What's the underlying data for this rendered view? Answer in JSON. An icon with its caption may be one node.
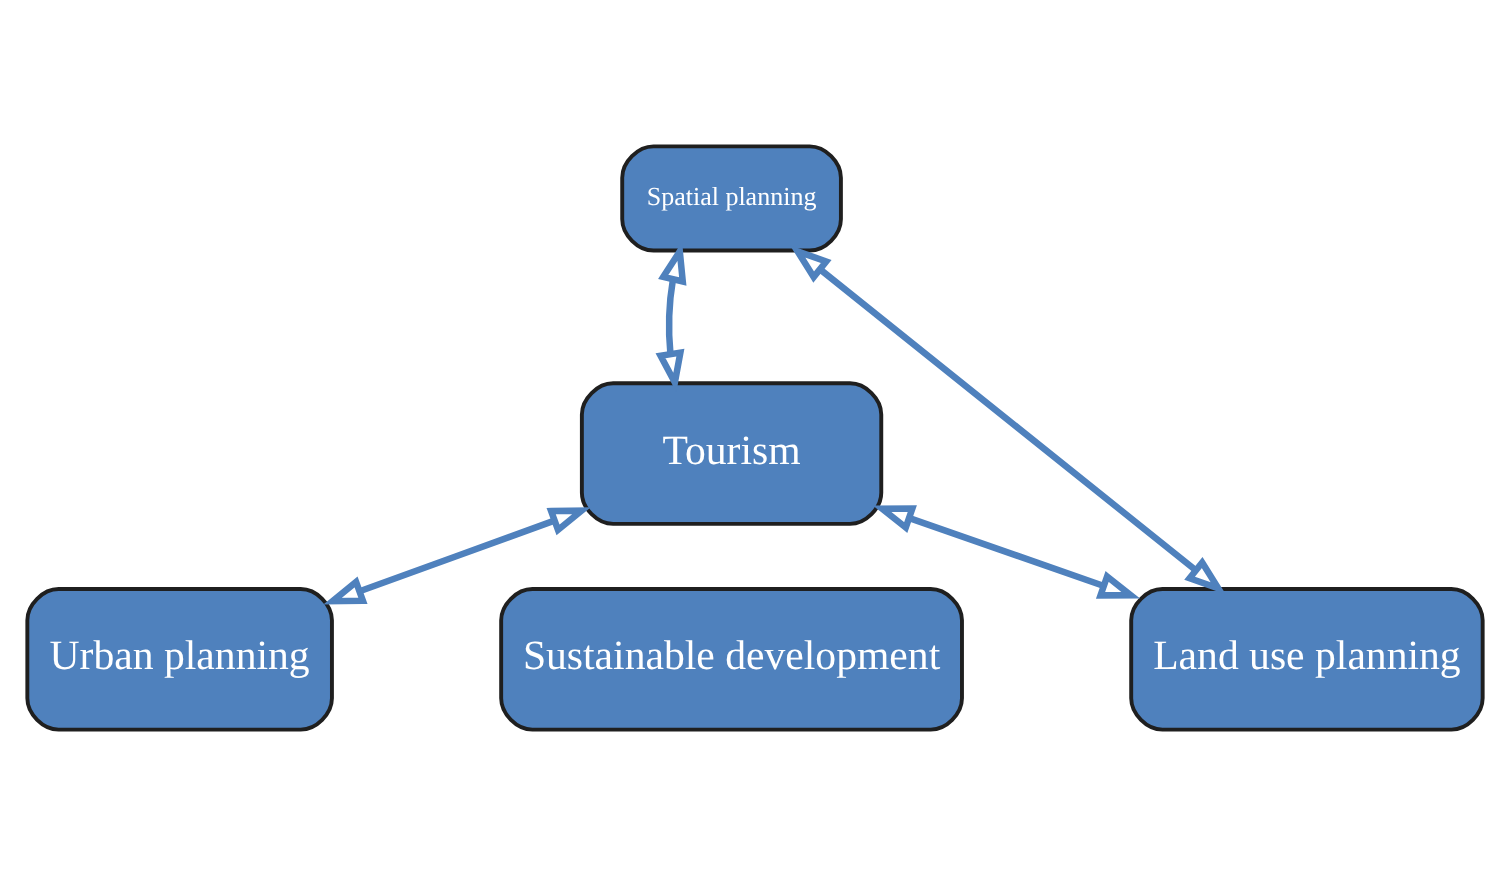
{
  "diagram": {
    "nodes": [
      {
        "text": [
          "Spatial planning"
        ]
      },
      {
        "text": [
          "Tourism"
        ]
      },
      {
        "text": [
          "Urban planning"
        ]
      },
      {
        "text": [
          "Sustainable development"
        ]
      },
      {
        "text": [
          "Land use planning"
        ]
      }
    ],
    "edges": [
      {
        "from": 0,
        "to": 1,
        "arrow": "both"
      },
      {
        "from": 1,
        "to": 2,
        "arrow": "both"
      },
      {
        "from": 1,
        "to": 4,
        "arrow": "both"
      },
      {
        "from": 0,
        "to": 4,
        "arrow": "both"
      }
    ]
  }
}
